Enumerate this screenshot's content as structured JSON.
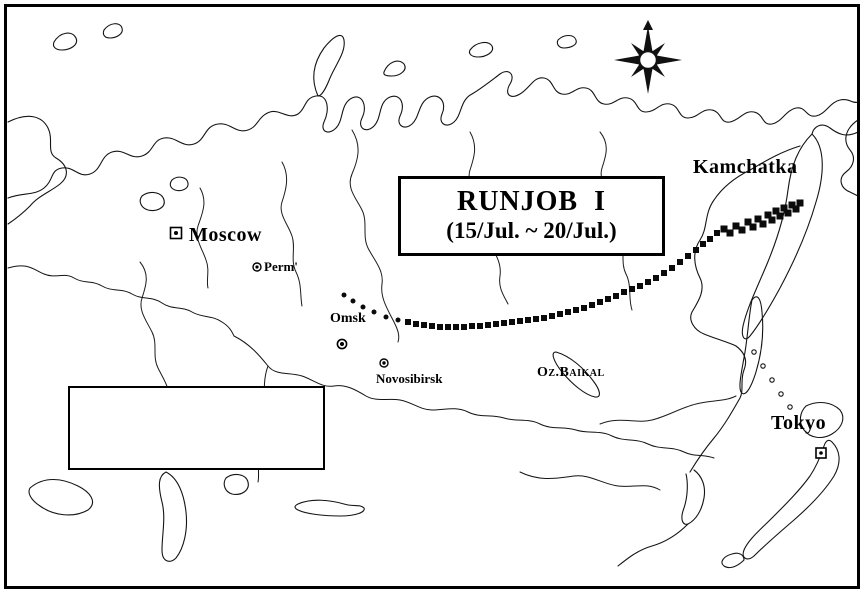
{
  "title": {
    "line1": "RUNJOB  I",
    "line2": "(15/Jul. ~ 20/Jul.)"
  },
  "labels": {
    "moscow": "Moscow",
    "perm": "Perm'",
    "omsk": "Omsk",
    "novosibirsk": "Novosibirsk",
    "baikal": "Oz.Baikal",
    "kamchatka": "Kamchatka",
    "tokyo": "Tokyo"
  },
  "colors": {
    "ink": "#141414",
    "paper": "#ffffff",
    "marker": "#0b0b0b"
  },
  "trajectory": {
    "name": "RUNJOB I balloon flight path (Kamchatka to Omsk region)",
    "points": [
      [
        344,
        295,
        5,
        "c"
      ],
      [
        353,
        301,
        5,
        "c"
      ],
      [
        363,
        307,
        5,
        "c"
      ],
      [
        374,
        312,
        5,
        "c"
      ],
      [
        386,
        317,
        5,
        "c"
      ],
      [
        398,
        320,
        5,
        "c"
      ],
      [
        408,
        322,
        6,
        "s"
      ],
      [
        416,
        324,
        6,
        "s"
      ],
      [
        424,
        325,
        6,
        "s"
      ],
      [
        432,
        326,
        6,
        "s"
      ],
      [
        440,
        327,
        6,
        "s"
      ],
      [
        448,
        327,
        6,
        "s"
      ],
      [
        456,
        327,
        6,
        "s"
      ],
      [
        464,
        327,
        6,
        "s"
      ],
      [
        472,
        326,
        6,
        "s"
      ],
      [
        480,
        326,
        6,
        "s"
      ],
      [
        488,
        325,
        6,
        "s"
      ],
      [
        496,
        324,
        6,
        "s"
      ],
      [
        504,
        323,
        6,
        "s"
      ],
      [
        512,
        322,
        6,
        "s"
      ],
      [
        520,
        321,
        6,
        "s"
      ],
      [
        528,
        320,
        6,
        "s"
      ],
      [
        536,
        319,
        6,
        "s"
      ],
      [
        544,
        318,
        6,
        "s"
      ],
      [
        552,
        316,
        6,
        "s"
      ],
      [
        560,
        314,
        6,
        "s"
      ],
      [
        568,
        312,
        6,
        "s"
      ],
      [
        576,
        310,
        6,
        "s"
      ],
      [
        584,
        308,
        6,
        "s"
      ],
      [
        592,
        305,
        6,
        "s"
      ],
      [
        600,
        302,
        6,
        "s"
      ],
      [
        608,
        299,
        6,
        "s"
      ],
      [
        616,
        296,
        6,
        "s"
      ],
      [
        624,
        292,
        6,
        "s"
      ],
      [
        632,
        289,
        6,
        "s"
      ],
      [
        640,
        286,
        6,
        "s"
      ],
      [
        648,
        282,
        6,
        "s"
      ],
      [
        656,
        278,
        6,
        "s"
      ],
      [
        664,
        273,
        6,
        "s"
      ],
      [
        672,
        268,
        6,
        "s"
      ],
      [
        680,
        262,
        6,
        "s"
      ],
      [
        688,
        256,
        6,
        "s"
      ],
      [
        696,
        250,
        6,
        "s"
      ],
      [
        703,
        244,
        6,
        "s"
      ],
      [
        710,
        239,
        6,
        "s"
      ],
      [
        717,
        233,
        6,
        "s"
      ],
      [
        724,
        229,
        7,
        "s"
      ],
      [
        730,
        233,
        7,
        "s"
      ],
      [
        736,
        226,
        7,
        "s"
      ],
      [
        742,
        230,
        7,
        "s"
      ],
      [
        748,
        222,
        7,
        "s"
      ],
      [
        753,
        227,
        7,
        "s"
      ],
      [
        758,
        219,
        7,
        "s"
      ],
      [
        763,
        224,
        7,
        "s"
      ],
      [
        768,
        215,
        7,
        "s"
      ],
      [
        772,
        220,
        7,
        "s"
      ],
      [
        776,
        211,
        7,
        "s"
      ],
      [
        780,
        216,
        7,
        "s"
      ],
      [
        784,
        208,
        7,
        "s"
      ],
      [
        788,
        213,
        7,
        "s"
      ],
      [
        792,
        205,
        7,
        "s"
      ],
      [
        796,
        209,
        7,
        "s"
      ],
      [
        800,
        203,
        7,
        "s"
      ]
    ]
  }
}
